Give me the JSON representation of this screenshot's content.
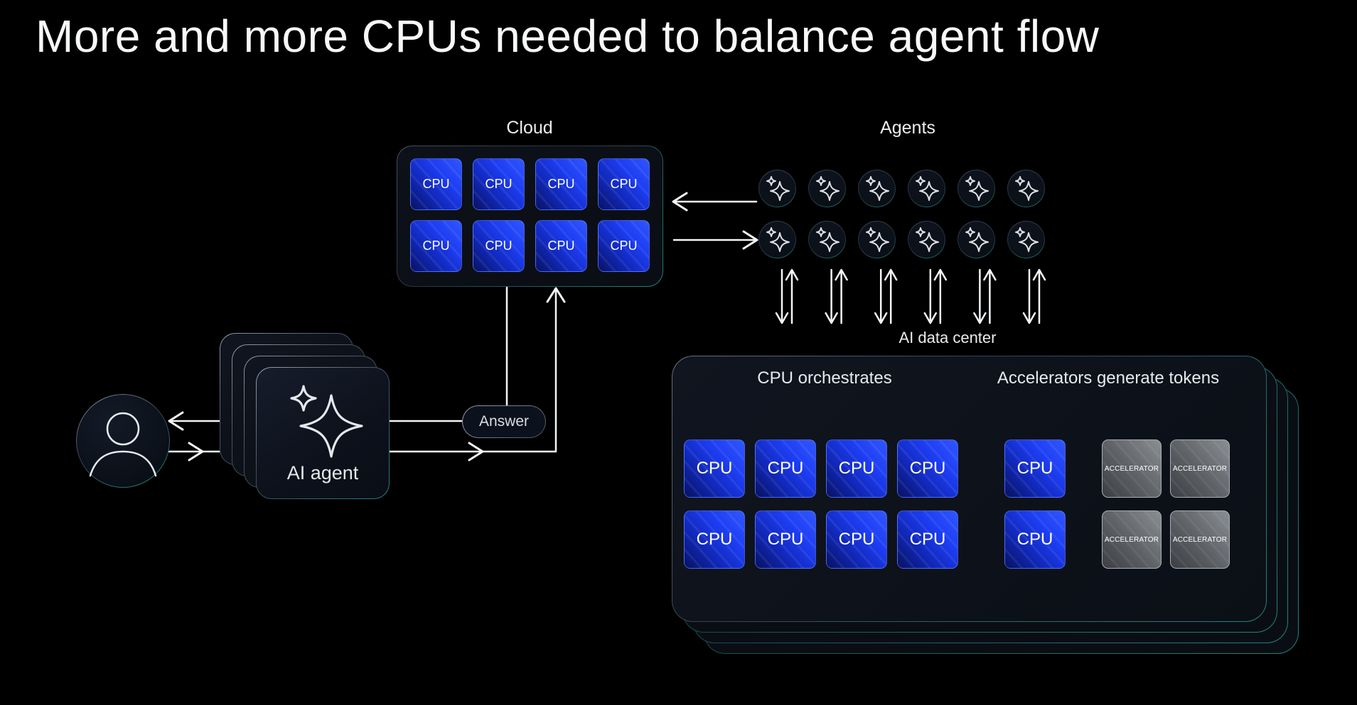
{
  "slide": {
    "title": "More and more CPUs needed to balance agent flow"
  },
  "cloud": {
    "label": "Cloud",
    "chip_label": "CPU",
    "rows": 2,
    "cols": 4
  },
  "agents": {
    "label": "Agents",
    "rows": 2,
    "cols": 6,
    "icon": "sparkle-icon"
  },
  "user": {
    "icon": "person-icon"
  },
  "agent_stack": {
    "label": "AI agent",
    "icon": "sparkle-icon",
    "layers": 4
  },
  "answer": {
    "label": "Answer"
  },
  "data_center": {
    "label": "AI data center",
    "left_header": "CPU orchestrates",
    "right_header": "Accelerators generate tokens",
    "cpu_grid": {
      "chip_label": "CPU",
      "rows": 2,
      "cols": 4
    },
    "cpu_column": {
      "chip_label": "CPU",
      "rows": 2,
      "cols": 1
    },
    "accelerator_grid": {
      "chip_label": "ACCELERATOR",
      "rows": 2,
      "cols": 2
    },
    "layers": 4
  },
  "colors": {
    "background": "#000000",
    "accent_teal": "#1f857e",
    "cpu_blue": "#1d3df2",
    "accelerator_gray": "#7a7d82",
    "arrow_white": "#f3f5f7"
  }
}
